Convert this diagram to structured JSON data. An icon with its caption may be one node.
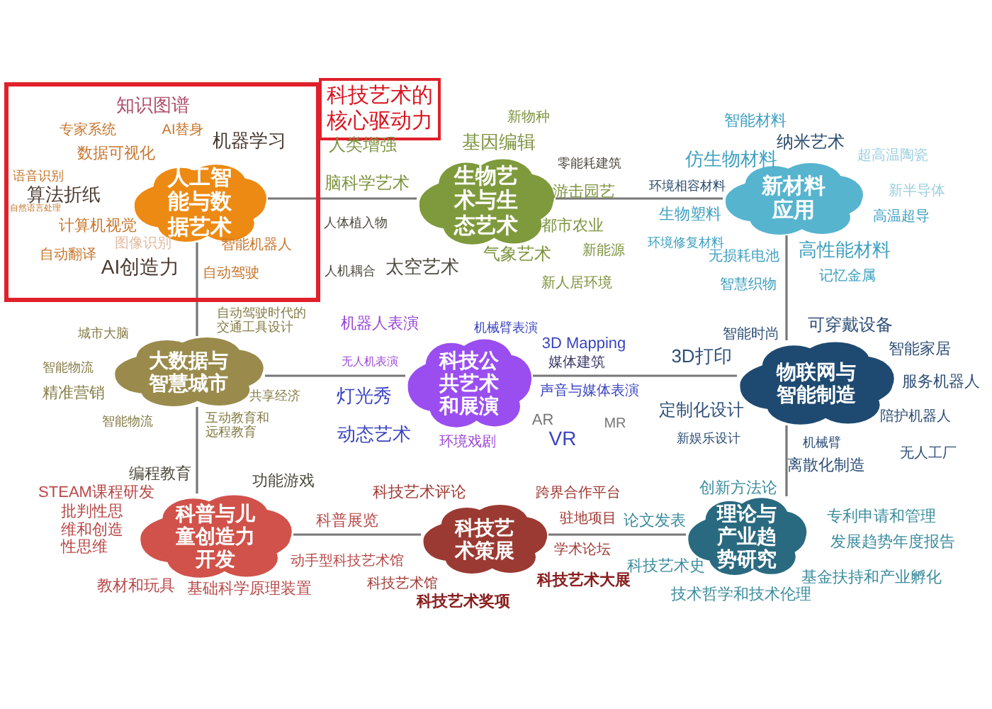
{
  "diagram": {
    "nodes": [
      {
        "text": [
          "科技艺术的核心驱动力"
        ]
      },
      {
        "text": [
          "人工智能与数据艺术"
        ],
        "in": 0
      },
      {
        "text": [
          "生物艺术与生态艺术"
        ]
      },
      {
        "text": [
          "新材料应用"
        ]
      },
      {
        "text": [
          "大数据与智慧城市"
        ]
      },
      {
        "text": [
          "科技公共艺术和展演"
        ]
      },
      {
        "text": [
          "物联网与智能制造"
        ]
      },
      {
        "text": [
          "科普与儿童创造力开发"
        ]
      },
      {
        "text": [
          "科技艺术策展"
        ]
      },
      {
        "text": [
          "理论与产业趋势研究"
        ]
      }
    ],
    "edges": [
      {
        "from": 1,
        "to": 2,
        "arrow": "none"
      },
      {
        "from": 2,
        "to": 3,
        "arrow": "none"
      },
      {
        "from": 1,
        "to": 4,
        "arrow": "none"
      },
      {
        "from": 3,
        "to": 6,
        "arrow": "none"
      },
      {
        "from": 4,
        "to": 5,
        "arrow": "none"
      },
      {
        "from": 5,
        "to": 6,
        "arrow": "none"
      },
      {
        "from": 4,
        "to": 7,
        "arrow": "none"
      },
      {
        "from": 6,
        "to": 9,
        "arrow": "none"
      },
      {
        "from": 7,
        "to": 8,
        "arrow": "none"
      },
      {
        "from": 8,
        "to": 9,
        "arrow": "none"
      }
    ],
    "labels": [
      "知识图谱",
      "专家系统",
      "AI替身",
      "机器学习",
      "数据可视化",
      "语音识别",
      "算法折纸",
      "自然语言处理",
      "计算机视觉",
      "图像识别",
      "自动翻译",
      "AI创造力",
      "智能机器人",
      "自动驾驶",
      "人类增强",
      "脑科学艺术",
      "人体植入物",
      "人机耦合",
      "新物种",
      "基因编辑",
      "零能耗建筑",
      "游击园艺",
      "都市农业",
      "气象艺术",
      "新能源",
      "太空艺术",
      "新人居环境",
      "智能材料",
      "纳米艺术",
      "超高温陶瓷",
      "仿生物材料",
      "环境相容材料",
      "新半导体",
      "生物塑料",
      "高温超导",
      "环境修复材料",
      "无损耗电池",
      "高性能材料",
      "记忆金属",
      "智慧织物",
      "自动驾驶时代的交通工具设计",
      "城市大脑",
      "智能物流",
      "精准营销",
      "共享经济",
      "智能物流",
      "互动教育和远程教育",
      "机器人表演",
      "机械臂表演",
      "3D Mapping",
      "无人机表演",
      "媒体建筑",
      "灯光秀",
      "声音与媒体表演",
      "AR",
      "MR",
      "VR",
      "动态艺术",
      "环境戏剧",
      "智能时尚",
      "可穿戴设备",
      "3D打印",
      "智能家居",
      "服务机器人",
      "定制化设计",
      "陪护机器人",
      "新娱乐设计",
      "机械臂",
      "无人工厂",
      "离散化制造",
      "编程教育",
      "功能游戏",
      "STEAM课程研发",
      "批判性思维和创造性思维",
      "科普展览",
      "动手型科技艺术馆",
      "教材和玩具",
      "基础科学原理装置",
      "科技艺术评论",
      "跨界合作平台",
      "驻地项目",
      "学术论坛",
      "科技艺术馆",
      "科技艺术大展",
      "科技艺术奖项",
      "创新方法论",
      "论文发表",
      "专利申请和管理",
      "发展趋势年度报告",
      "科技艺术史",
      "基金扶持和产业孵化",
      "技术哲学和技术伦理"
    ]
  }
}
